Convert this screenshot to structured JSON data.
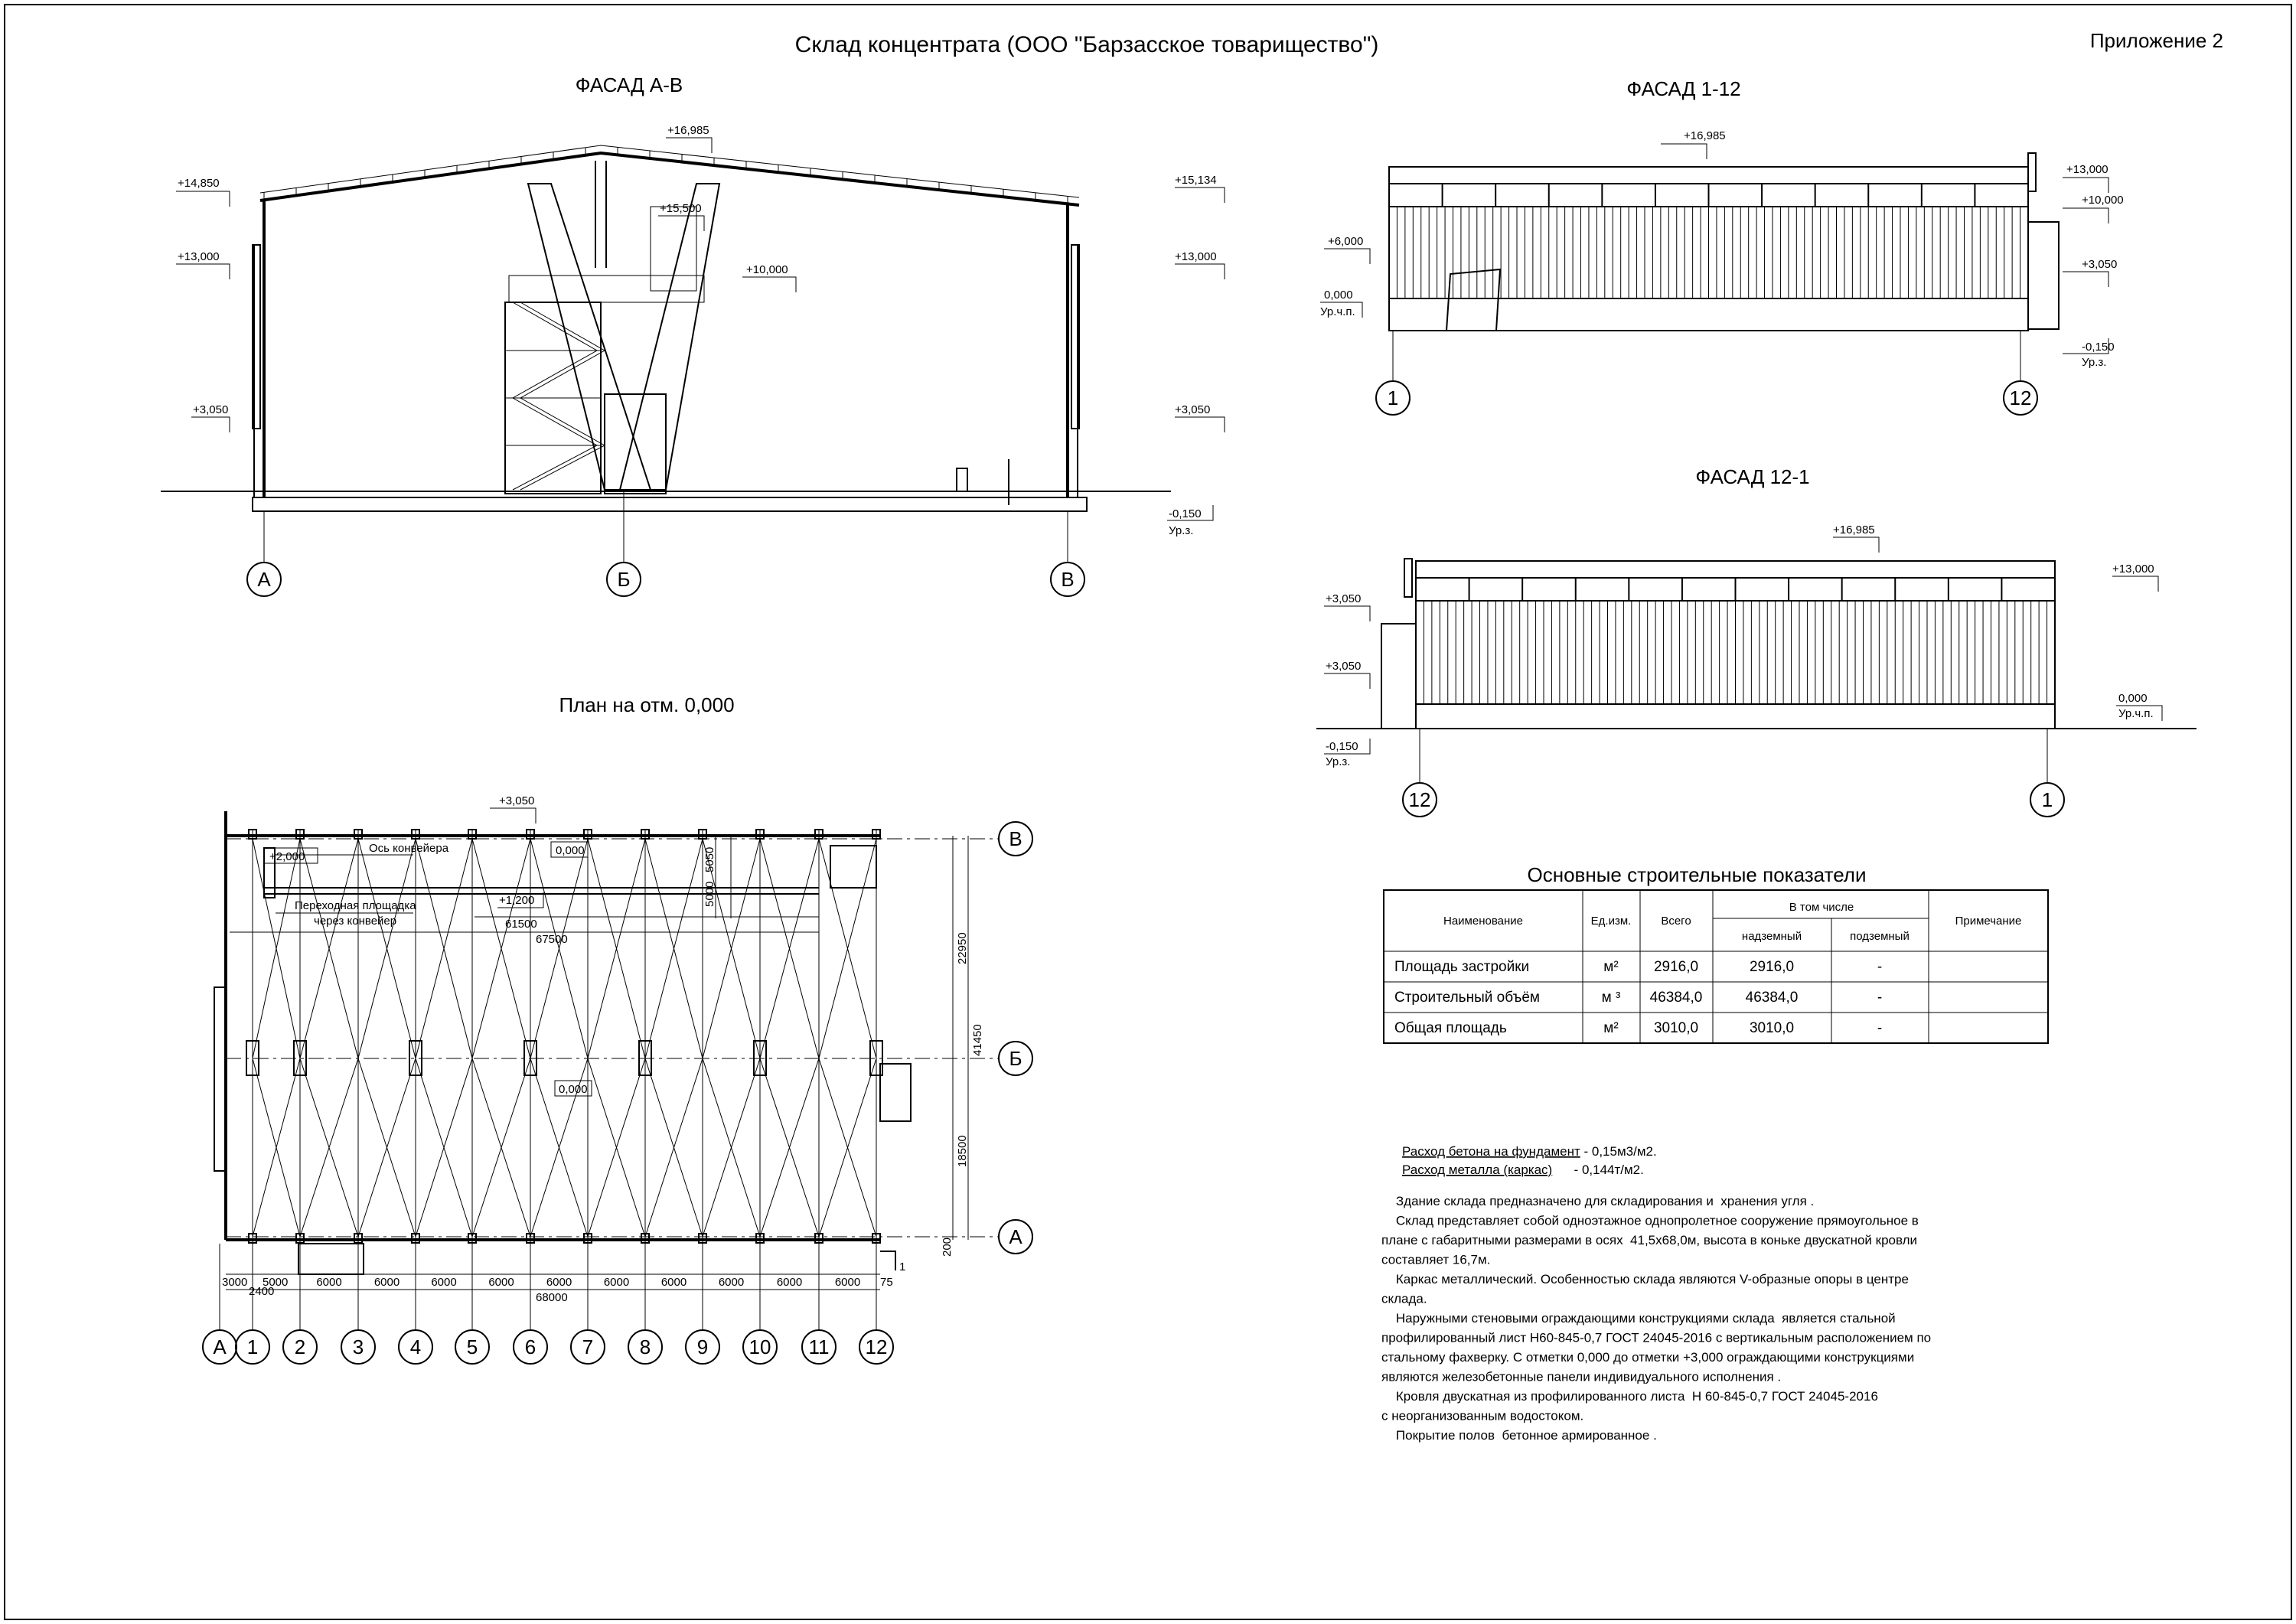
{
  "header": {
    "title": "Склад концентрата (ООО \"Барзасское товарищество\")",
    "appendix": "Приложение 2"
  },
  "facade_av": {
    "title": "ФАСАД А-В",
    "levels": [
      "+14,850",
      "+13,000",
      "+3,050",
      "+16,985",
      "+15,500",
      "+10,000",
      "+15,134",
      "+13,000",
      "+3,050",
      "-0,150",
      "Ур.з."
    ],
    "axes": [
      "А",
      "Б",
      "В"
    ]
  },
  "facade_1_12": {
    "title": "ФАСАД 1-12",
    "levels": [
      "+16,985",
      "+6,000",
      "0,000",
      "Ур.ч.п.",
      "+13,000",
      "+10,000",
      "+3,050",
      "-0,150",
      "Ур.з."
    ],
    "axes": [
      "1",
      "12"
    ]
  },
  "facade_12_1": {
    "title": "ФАСАД 12-1",
    "levels": [
      "+16,985",
      "+13,000",
      "+3,050",
      "+3,050",
      "-0,150",
      "Ур.з.",
      "0,000",
      "Ур.ч.п."
    ],
    "axes": [
      "12",
      "1"
    ]
  },
  "plan": {
    "title": "План на отм. 0,000",
    "labels": {
      "lvl_top": "+3,050",
      "lvl_2000": "+2,000",
      "conveyor_axis": "Ось конвейера",
      "lvl_0_top": "0,000",
      "transfer_1": "Переходная площадка",
      "transfer_2": "через конвейер",
      "lvl_1200": "+1,200",
      "dim_61500": "61500",
      "dim_67500": "67500",
      "lvl_0_mid": "0,000",
      "dim_5050": "5050",
      "dim_5000v": "5000",
      "dim_22950": "22950",
      "dim_41450": "41450",
      "dim_18500": "18500",
      "dim_200": "200",
      "dim_3000": "3000",
      "dim_2400": "2400",
      "dim_5000": "5000",
      "dim_75": "75",
      "dim_68000": "68000",
      "section_mark": "1"
    },
    "spans": [
      "6000",
      "6000",
      "6000",
      "6000",
      "6000",
      "6000",
      "6000",
      "6000",
      "6000",
      "6000"
    ],
    "column_axes": [
      "А",
      "1",
      "2",
      "3",
      "4",
      "5",
      "6",
      "7",
      "8",
      "9",
      "10",
      "11",
      "12"
    ],
    "row_axes": [
      "В",
      "Б",
      "А"
    ]
  },
  "indicators": {
    "title": "Основные строительные показатели",
    "headers": {
      "name": "Наименование",
      "unit": "Ед.изм.",
      "total": "Всего",
      "including": "В том числе",
      "above": "надземный",
      "below": "подземный",
      "note": "Примечание"
    },
    "rows": [
      {
        "name": "Площадь застройки",
        "unit": "м²",
        "total": "2916,0",
        "above": "2916,0",
        "below": "-",
        "note": ""
      },
      {
        "name": "Строительный объём",
        "unit": "м ³",
        "total": "46384,0",
        "above": "46384,0",
        "below": "-",
        "note": ""
      },
      {
        "name": "Общая площадь",
        "unit": "м²",
        "total": "3010,0",
        "above": "3010,0",
        "below": "-",
        "note": ""
      }
    ]
  },
  "notes": {
    "consumption": [
      {
        "label": "Расход бетона на фундамент",
        "value": " - 0,15м3/м2."
      },
      {
        "label": "Расход металла (каркас)",
        "value": "      - 0,144т/м2."
      }
    ],
    "lines": [
      "    Здание склада предназначено для складирования и  хранения угля .",
      "    Склад представляет собой одноэтажное однопролетное сооружение прямоугольное в",
      "плане с габаритными размерами в осях  41,5х68,0м, высота в коньке двускатной кровли",
      "составляет 16,7м.",
      "    Каркас металлический. Особенностью склада являются V-образные опоры в центре",
      "склада.",
      "    Наружными стеновыми ограждающими конструкциями склада  является стальной",
      "профилированный лист Н60-845-0,7 ГОСТ 24045-2016 с вертикальным расположением по",
      "стальному фахверку. С отметки 0,000 до отметки +3,000 ограждающими конструкциями",
      "являются железобетонные панели индивидуального исполнения .",
      "    Кровля двускатная из профилированного листа  Н 60-845-0,7 ГОСТ 24045-2016",
      "с неорганизованным водостоком.",
      "    Покрытие полов  бетонное армированное ."
    ]
  }
}
